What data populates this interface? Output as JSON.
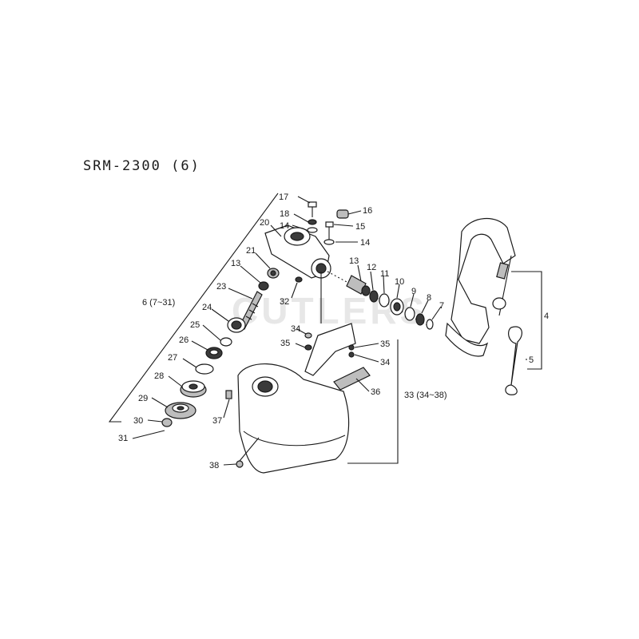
{
  "title": "SRM-2300  (6)",
  "watermark": "CUTLERS",
  "labels": {
    "p4": "4",
    "p5": "5",
    "p6": "6 (7~31)",
    "p7": "7",
    "p8": "8",
    "p9": "9",
    "p10": "10",
    "p11": "11",
    "p12": "12",
    "p13a": "13",
    "p13b": "13",
    "p14a": "14",
    "p14b": "14",
    "p15": "15",
    "p16": "16",
    "p17": "17",
    "p18": "18",
    "p20": "20",
    "p21": "21",
    "p23": "23",
    "p24": "24",
    "p25": "25",
    "p26": "26",
    "p27": "27",
    "p28": "28",
    "p29": "29",
    "p30": "30",
    "p31": "31",
    "p32": "32",
    "p33": "33 (34~38)",
    "p34a": "34",
    "p34b": "34",
    "p35a": "35",
    "p35b": "35",
    "p36": "36",
    "p37": "37",
    "p38": "38"
  }
}
